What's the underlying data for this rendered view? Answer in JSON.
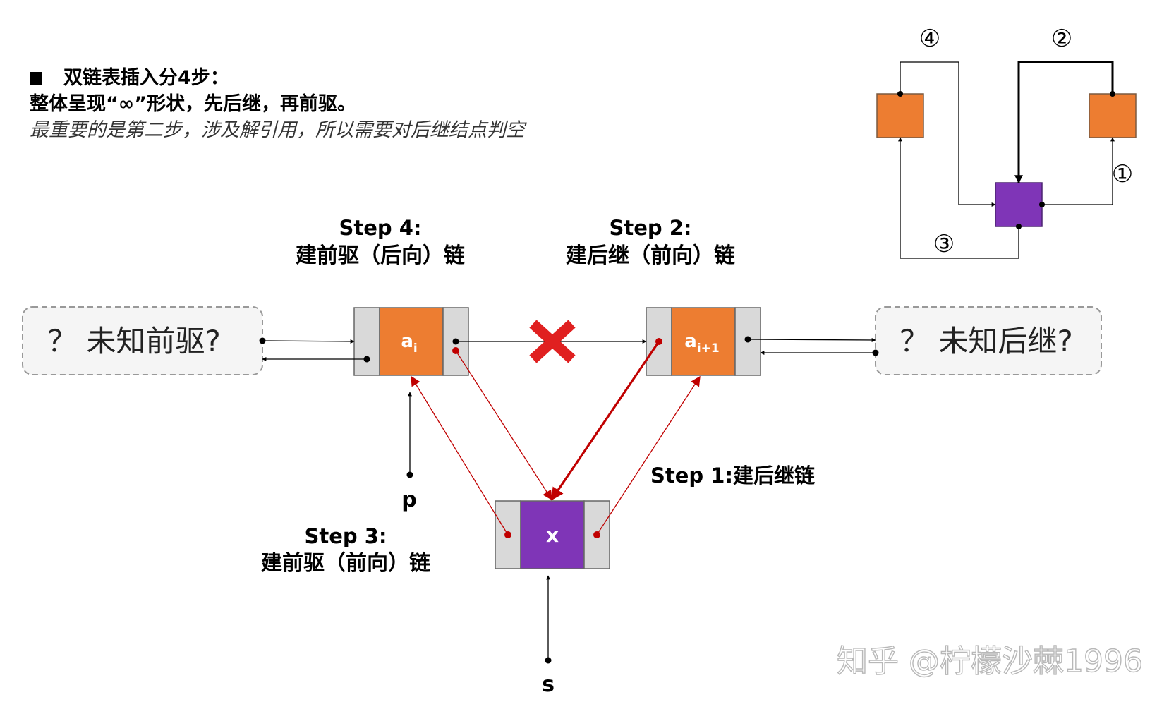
{
  "intro": {
    "line1": "双链表插入分4步：",
    "line2": "整体呈现“∞”形状，先后继，再前驱。",
    "line3": "最重要的是第二步，涉及解引用，所以需要对后继结点判空"
  },
  "steps": {
    "step4_title": "Step 4:",
    "step4_desc": "建前驱（后向）链",
    "step2_title": "Step 2:",
    "step2_desc": "建后继（前向）链",
    "step1": "Step 1:建后继链",
    "step3_title": "Step 3:",
    "step3_desc": "建前驱（前向）链"
  },
  "nodes": {
    "unknown_prev": "？ 未知前驱?",
    "unknown_next": "？ 未知后继?",
    "ai_base": "a",
    "ai_sub": "i",
    "ai1_base": "a",
    "ai1_sub": "i+1",
    "x": "x"
  },
  "pointers": {
    "p": "p",
    "s": "s"
  },
  "mini_diagram": {
    "n1": "①",
    "n2": "②",
    "n3": "③",
    "n4": "④"
  },
  "watermark": "知乎 @柠檬沙棘1996",
  "colors": {
    "orange": "#ED7D31",
    "purple": "#7F35B7",
    "gray": "#D9D9D9",
    "red": "#C00000",
    "cross": "#E02020"
  }
}
